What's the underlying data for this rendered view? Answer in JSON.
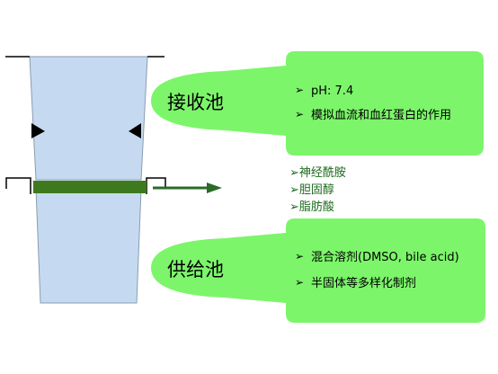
{
  "receiver": {
    "label": "接收池",
    "bullets": [
      {
        "mark": "➢",
        "text": "pH: 7.4"
      },
      {
        "mark": "➢",
        "text": "模拟血流和血红蛋白的作用"
      }
    ]
  },
  "donor": {
    "label": "供给池",
    "bullets": [
      {
        "mark": "➢",
        "text": "混合溶剂(DMSO, bile acid)"
      },
      {
        "mark": "➢",
        "text": "半固体等多样化制剂"
      }
    ]
  },
  "membrane_items": [
    {
      "mark": "➢",
      "text": "神经酰胺"
    },
    {
      "mark": "➢",
      "text": "胆固醇"
    },
    {
      "mark": "➢",
      "text": "脂肪酸"
    }
  ],
  "colors": {
    "chamber_fill": "#c5daf0",
    "membrane": "#3d7a1e",
    "callout_fill": "#7cf56a",
    "arrow": "#2a6b28",
    "mid_text": "#1d6b1d"
  }
}
